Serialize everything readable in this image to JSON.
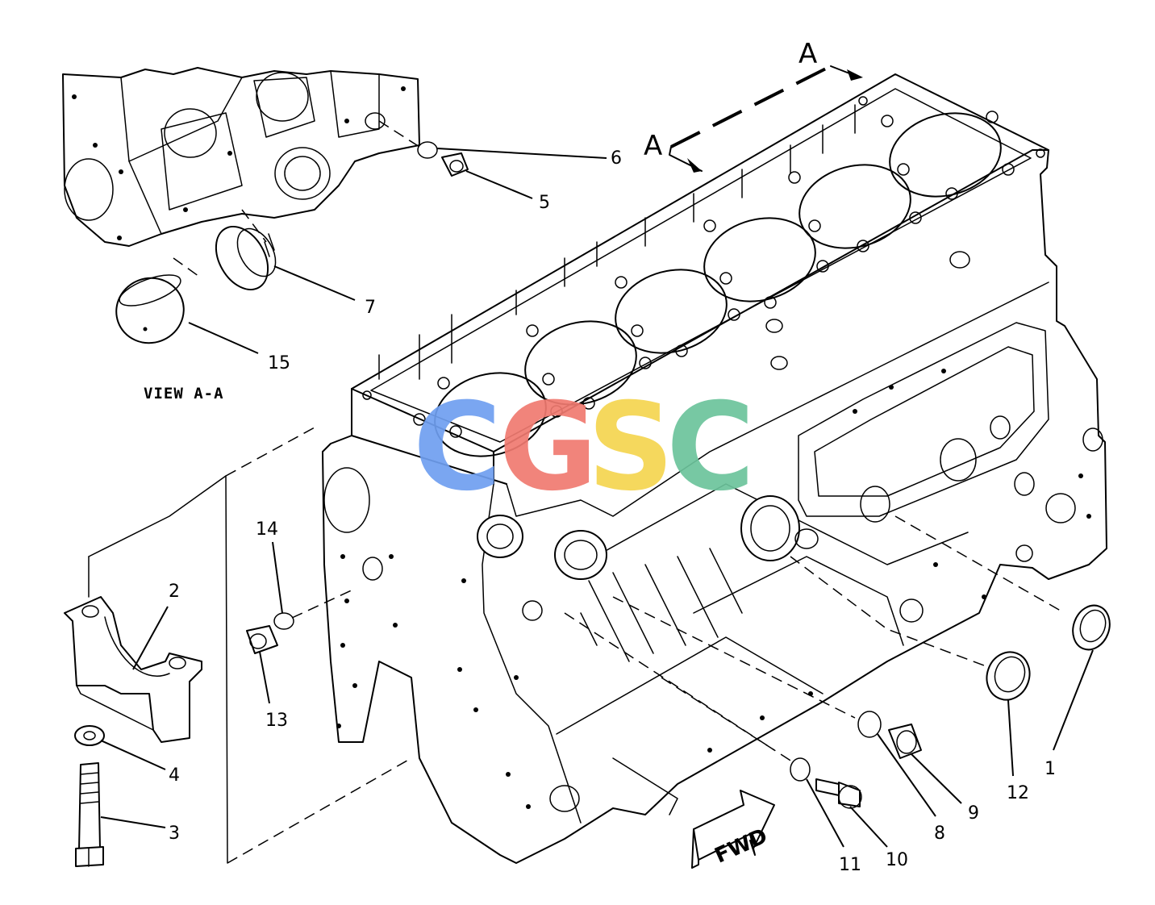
{
  "view_label": "VIEW A-A",
  "section_marker_top": "A",
  "section_marker_left": "A",
  "fwd_label": "FWD",
  "watermark": {
    "letters": [
      "C",
      "G",
      "S",
      "C"
    ],
    "colors": [
      "#6f9ff0",
      "#f07a70",
      "#f5d550",
      "#6cc49c"
    ]
  },
  "callouts": [
    "1",
    "2",
    "3",
    "4",
    "5",
    "6",
    "7",
    "8",
    "9",
    "10",
    "11",
    "12",
    "13",
    "14",
    "15"
  ]
}
